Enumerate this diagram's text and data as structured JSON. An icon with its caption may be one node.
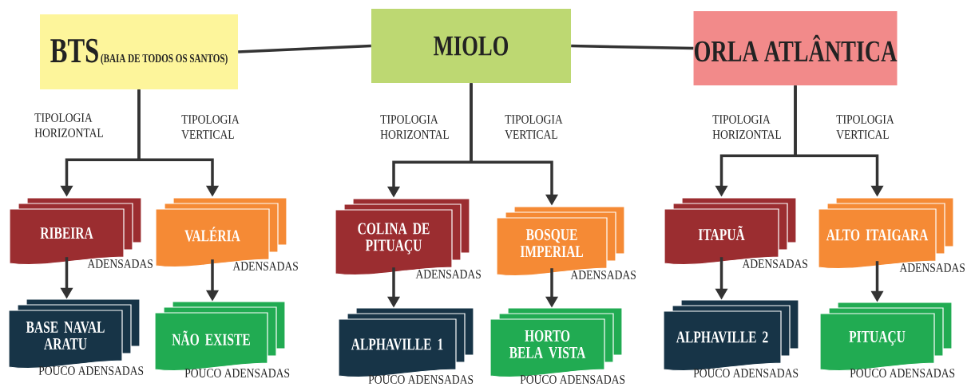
{
  "diagram": {
    "nodes": [
      {
        "text": [
          "BTS",
          "(BAIA DE TODOS OS SANTOS)"
        ]
      },
      {
        "text": [
          "MIOLO"
        ]
      },
      {
        "text": [
          "ORLA ATLÂNTICA"
        ]
      },
      {
        "text": [
          "RIBEIRA"
        ],
        "beside": [
          "ADENSADAS"
        ]
      },
      {
        "text": [
          "VALÉRIA"
        ],
        "beside": [
          "ADENSADAS"
        ]
      },
      {
        "text": [
          "BASE NAVAL ARATU"
        ],
        "beside": [
          "POUCO ADENSADAS"
        ]
      },
      {
        "text": [
          "NÃO EXISTE"
        ],
        "beside": [
          "POUCO ADENSADAS"
        ]
      },
      {
        "text": [
          "COLINA DE PITUAÇU"
        ],
        "beside": [
          "ADENSADAS"
        ]
      },
      {
        "text": [
          "BOSQUE IMPERIAL"
        ],
        "beside": [
          "ADENSADAS"
        ]
      },
      {
        "text": [
          "ALPHAVILLE 1"
        ],
        "beside": [
          "POUCO ADENSADAS"
        ]
      },
      {
        "text": [
          "HORTO BELA VISTA"
        ],
        "beside": [
          "POUCO ADENSADAS"
        ]
      },
      {
        "text": [
          "ITAPUÃ"
        ],
        "beside": [
          "ADENSADAS"
        ]
      },
      {
        "text": [
          "ALTO ITAIGARA"
        ],
        "beside": [
          "ADENSADAS"
        ]
      },
      {
        "text": [
          "ALPHAVILLE 2"
        ],
        "beside": [
          "POUCO ADENSADAS"
        ]
      },
      {
        "text": [
          "PITUAÇU"
        ],
        "beside": [
          "POUCO ADENSADAS"
        ]
      }
    ],
    "edges": [
      {
        "from": 0,
        "to": 1,
        "arrow": "none"
      },
      {
        "from": 1,
        "to": 2,
        "arrow": "none"
      },
      {
        "from": 0,
        "to": 3,
        "arrow": "to",
        "label": "TIPOLOGIA HORIZONTAL"
      },
      {
        "from": 0,
        "to": 4,
        "arrow": "to",
        "label": "TIPOLOGIA VERTICAL"
      },
      {
        "from": 3,
        "to": 5,
        "arrow": "to"
      },
      {
        "from": 4,
        "to": 6,
        "arrow": "to"
      },
      {
        "from": 1,
        "to": 7,
        "arrow": "to",
        "label": "TIPOLOGIA HORIZONTAL"
      },
      {
        "from": 1,
        "to": 8,
        "arrow": "to",
        "label": "TIPOLOGIA VERTICAL"
      },
      {
        "from": 7,
        "to": 9,
        "arrow": "to"
      },
      {
        "from": 8,
        "to": 10,
        "arrow": "to"
      },
      {
        "from": 2,
        "to": 11,
        "arrow": "to",
        "label": "TIPOLOGIA HORIZONTAL"
      },
      {
        "from": 2,
        "to": 12,
        "arrow": "to",
        "label": "TIPOLOGIA VERTICAL"
      },
      {
        "from": 11,
        "to": 13,
        "arrow": "to"
      },
      {
        "from": 12,
        "to": 14,
        "arrow": "to"
      }
    ]
  }
}
